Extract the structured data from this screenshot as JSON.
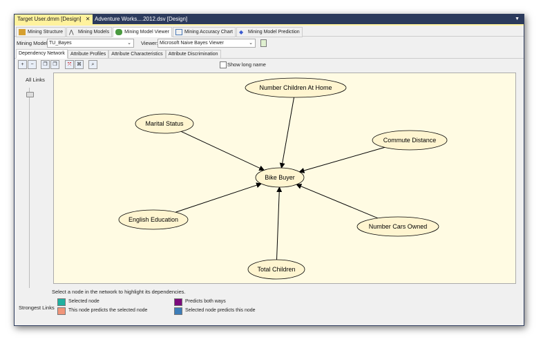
{
  "doc_tabs": [
    {
      "label": "Target User.dmm [Design]",
      "active": true
    },
    {
      "label": "Adventure Works....2012.dsv [Design]",
      "active": false
    }
  ],
  "designer_tabs": [
    {
      "label": "Mining Structure",
      "icon": "structure-icon"
    },
    {
      "label": "Mining Models",
      "icon": "models-icon"
    },
    {
      "label": "Mining Model Viewer",
      "icon": "viewer-icon",
      "selected": true
    },
    {
      "label": "Mining Accuracy Chart",
      "icon": "chart-icon"
    },
    {
      "label": "Mining Model Prediction",
      "icon": "diamond-icon"
    }
  ],
  "model_row": {
    "model_label": "Mining Model:",
    "model_value": "TU_Bayes",
    "viewer_label": "Viewer:",
    "viewer_value": "Microsoft Naive Bayes Viewer"
  },
  "sub_tabs": [
    "Dependency Network",
    "Attribute Profiles",
    "Attribute Characteristics",
    "Attribute Discrimination"
  ],
  "toolbar": {
    "show_long_name": "Show long name",
    "show_long_name_checked": false
  },
  "slider": {
    "label": "All Links",
    "value": 1.0
  },
  "network": {
    "center": "Bike Buyer",
    "nodes": [
      "Number Children At Home",
      "Marital Status",
      "Commute Distance",
      "English Education",
      "Number Cars Owned",
      "Total Children"
    ]
  },
  "legend": {
    "hint": "Select a node in the network to highlight its dependencies.",
    "strongest": "Strongest Links",
    "items": [
      {
        "label": "Selected node",
        "color": "#1fb0a0"
      },
      {
        "label": "This node predicts the selected node",
        "color": "#f0957a"
      },
      {
        "label": "Predicts both ways",
        "color": "#7b0a7b"
      },
      {
        "label": "Selected node predicts this node",
        "color": "#3d7db8"
      }
    ]
  }
}
